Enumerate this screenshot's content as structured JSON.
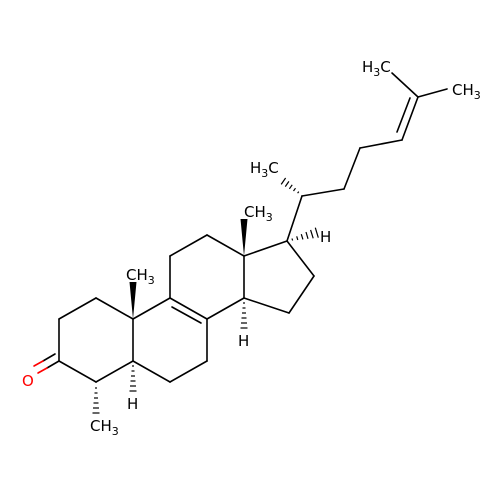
{
  "molecule": {
    "colors": {
      "bond": "#000000",
      "oxygen": "#ff0000",
      "background": "#ffffff"
    },
    "labels": {
      "oxygen": "O",
      "h_c17": "H",
      "h_c14": "H",
      "h_c5": "H",
      "me_c18": {
        "main": "CH",
        "sub": "3"
      },
      "me_c19": {
        "main": "CH",
        "sub": "3"
      },
      "me_c4": {
        "main": "CH",
        "sub": "3"
      },
      "me_c21": {
        "main": "H",
        "sub": "3",
        "tail": "C"
      },
      "me_c26": {
        "main": "H",
        "sub": "3",
        "tail": "C"
      },
      "me_c27": {
        "main": "CH",
        "sub": "3"
      }
    }
  }
}
